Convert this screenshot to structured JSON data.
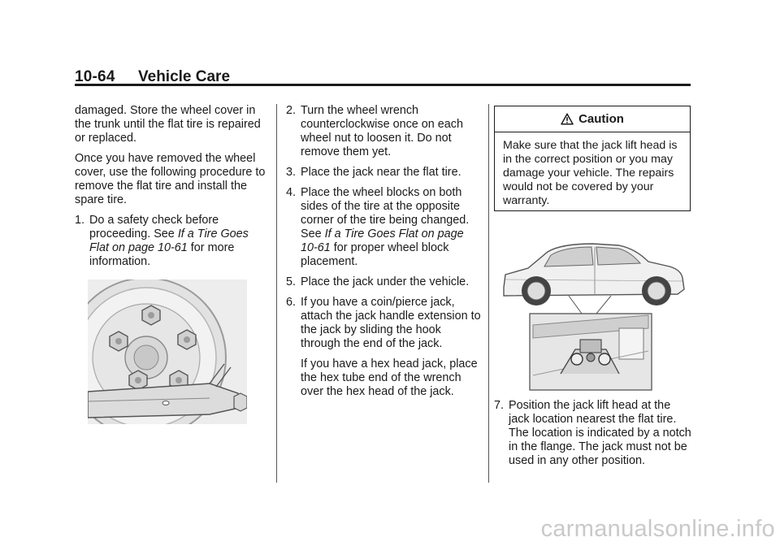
{
  "header": {
    "page_number": "10-64",
    "section_title": "Vehicle Care"
  },
  "col1": {
    "para1": "damaged. Store the wheel cover in the trunk until the flat tire is repaired or replaced.",
    "para2": "Once you have removed the wheel cover, use the following procedure to remove the flat tire and install the spare tire.",
    "step1": {
      "num": "1.",
      "text_a": "Do a safety check before proceeding. See ",
      "ref": "If a Tire Goes Flat on page 10-61",
      "text_b": " for more information."
    }
  },
  "col2": {
    "step2": {
      "num": "2.",
      "text": "Turn the wheel wrench counterclockwise once on each wheel nut to loosen it. Do not remove them yet."
    },
    "step3": {
      "num": "3.",
      "text": "Place the jack near the flat tire."
    },
    "step4": {
      "num": "4.",
      "text_a": "Place the wheel blocks on both sides of the tire at the opposite corner of the tire being changed. See ",
      "ref": "If a Tire Goes Flat on page 10-61",
      "text_b": " for proper wheel block placement."
    },
    "step5": {
      "num": "5.",
      "text": "Place the jack under the vehicle."
    },
    "step6": {
      "num": "6.",
      "text": "If you have a coin/pierce jack, attach the jack handle extension to the jack by sliding the hook through the end of the jack.",
      "sub": "If you have a hex head jack, place the hex tube end of the wrench over the hex head of the jack."
    }
  },
  "caution": {
    "title": "Caution",
    "text": "Make sure that the jack lift head is in the correct position or you may damage your vehicle. The repairs would not be covered by your warranty."
  },
  "step7": {
    "num": "7.",
    "text": "Position the jack lift head at the jack location nearest the flat tire. The location is indicated by a notch in the flange. The jack must not be used in any other position."
  },
  "watermark": "carmanualsonline.info",
  "icons": {
    "caution": "warning-triangle-icon"
  }
}
